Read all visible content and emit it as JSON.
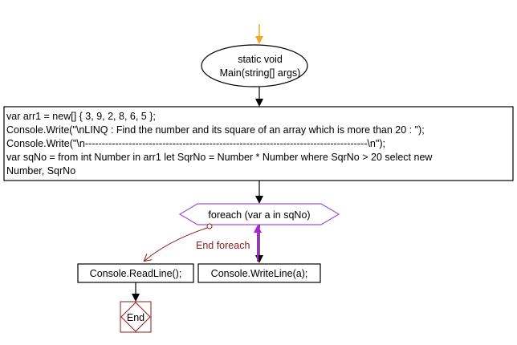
{
  "flowchart": {
    "start": {
      "line1": "static void",
      "line2": "Main(string[] args)"
    },
    "process": {
      "lines": [
        "var arr1 = new[] { 3, 9, 2, 8, 6, 5 };",
        "Console.Write(\"\\nLINQ : Find the number and its square of an array which is more than 20 : \");",
        "Console.Write(\"\\n------------------------------------------------------------------------------------\\n\");",
        "var sqNo = from int Number in arr1 let SqrNo = Number * Number where SqrNo > 20 select new",
        "Number, SqrNo"
      ]
    },
    "loop": {
      "label": "foreach (var a in sqNo)",
      "end_label": "End foreach"
    },
    "readline": {
      "label": "Console.ReadLine();"
    },
    "writeline": {
      "label": "Console.WriteLine(a);"
    },
    "end": {
      "label": "End"
    },
    "colors": {
      "entry_arrow": "#f5a623",
      "box_stroke": "#000000",
      "loop_stroke": "#a64dd9",
      "loop_back_arrow": "#b020e0",
      "end_foreach": "#8b1a1a"
    }
  }
}
